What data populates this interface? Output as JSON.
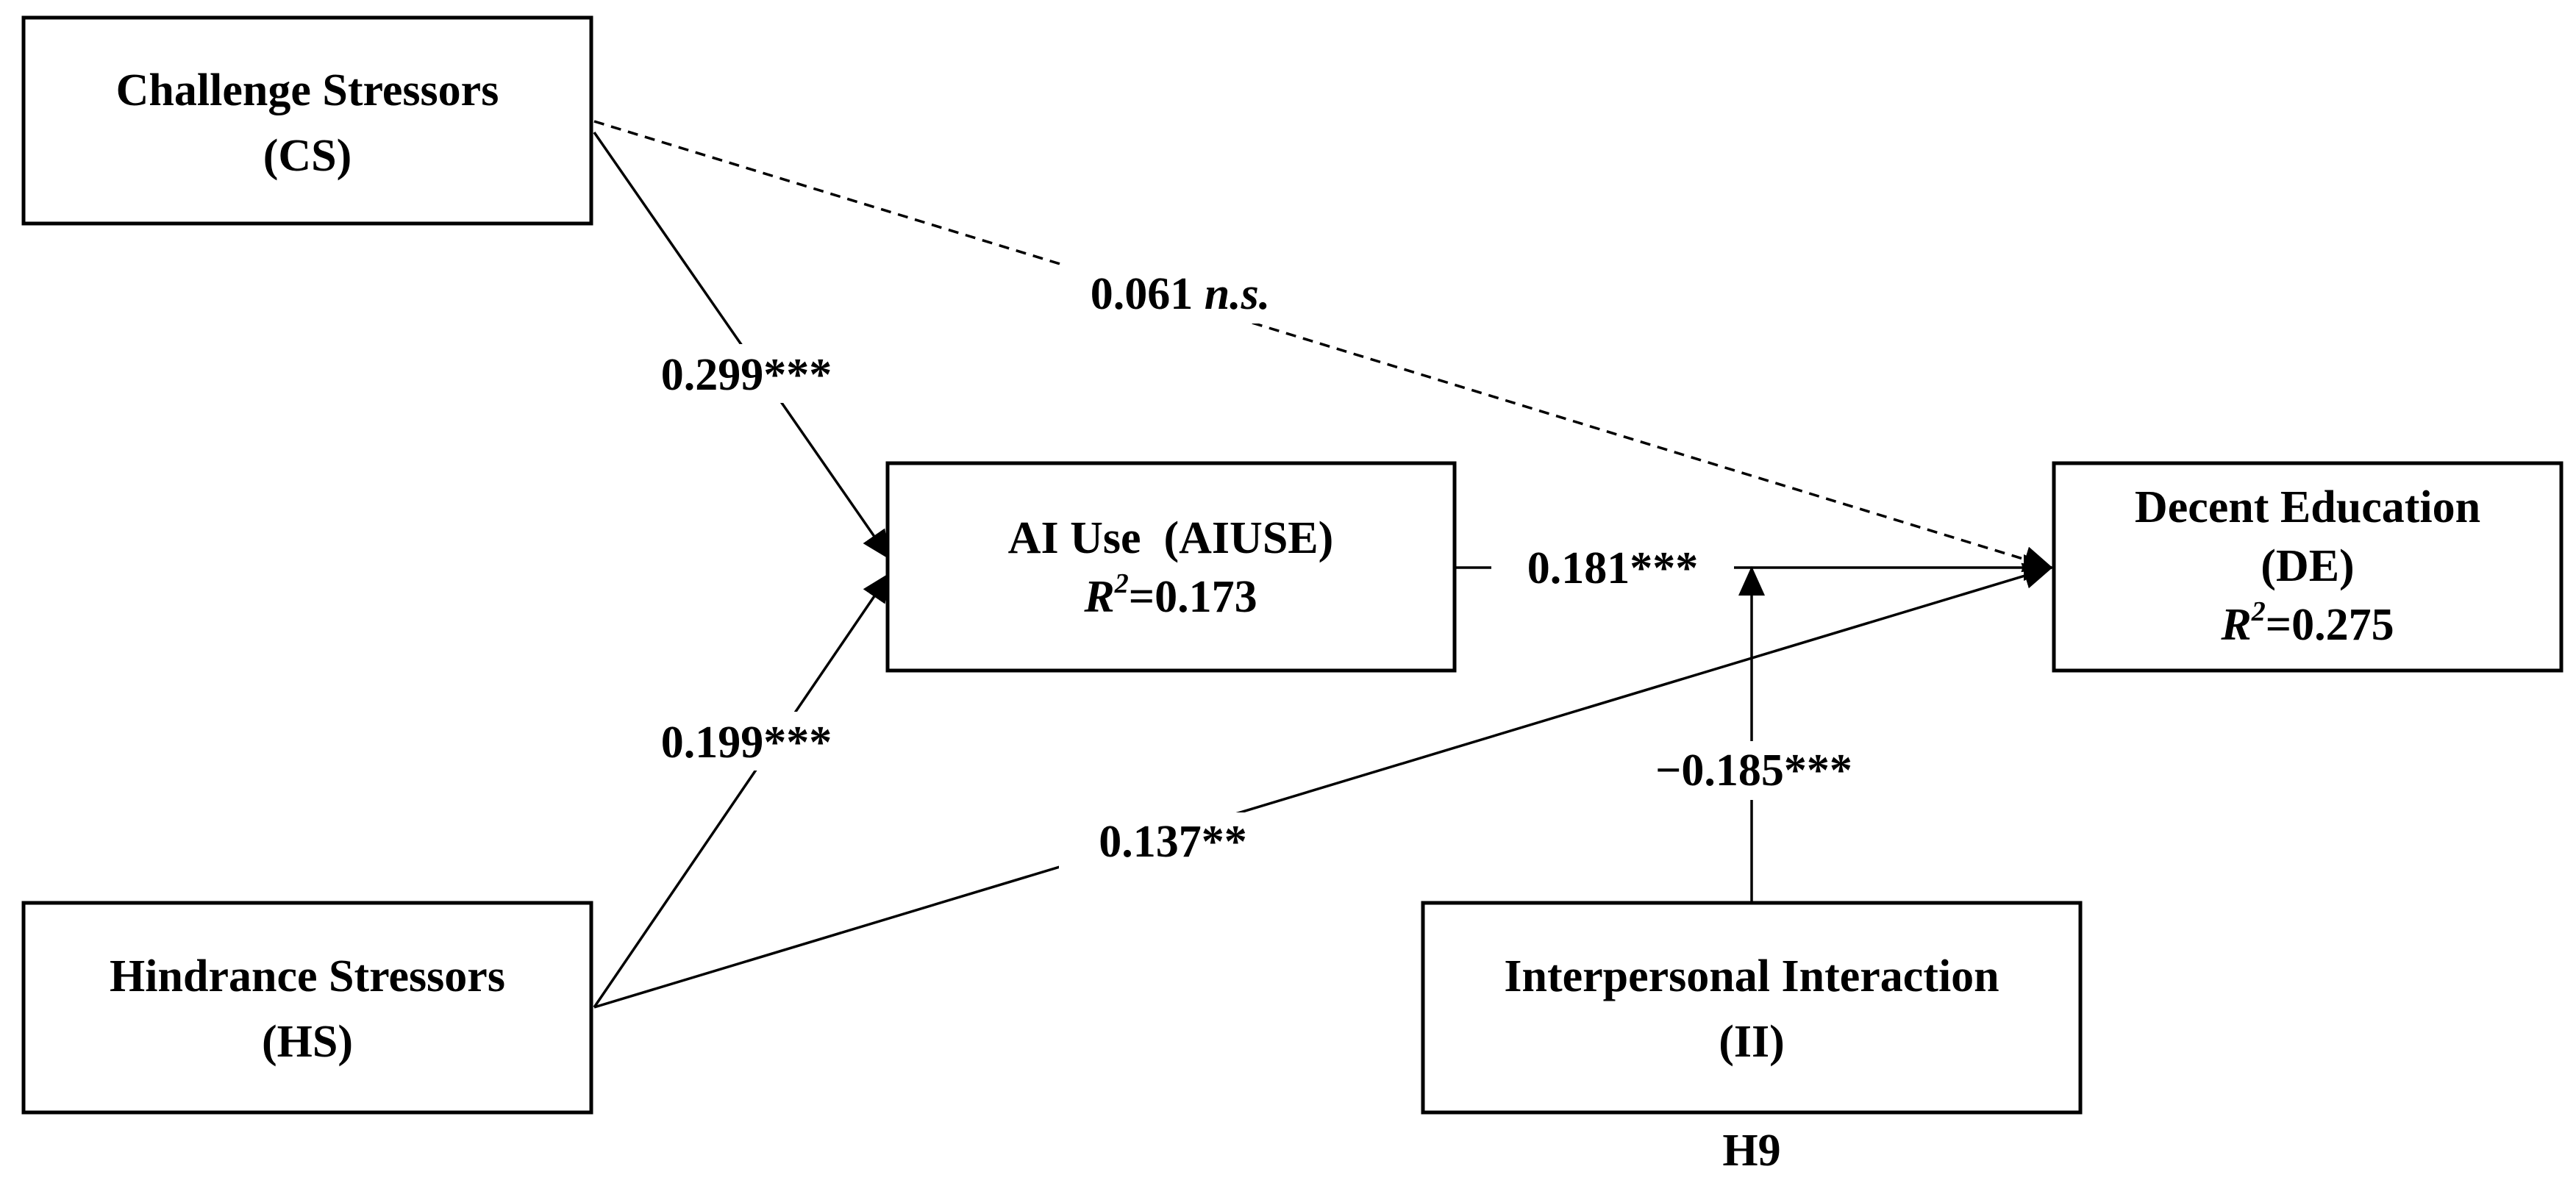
{
  "nodes": {
    "cs": {
      "line1": "Challenge Stressors",
      "line2": "(CS)"
    },
    "hs": {
      "line1": "Hindrance Stressors",
      "line2": "(HS)"
    },
    "aiuse": {
      "line1": "AI Use  (AIUSE)",
      "r2_symbol": "R",
      "r2_sup": "2",
      "r2_value": "=0.173"
    },
    "de": {
      "line1": "Decent Education",
      "line2": "(DE)",
      "r2_symbol": "R",
      "r2_sup": "2",
      "r2_value": "=0.275"
    },
    "ii": {
      "line1": "Interpersonal Interaction",
      "line2": "(II)"
    }
  },
  "edges": {
    "cs_aiuse": "0.299***",
    "hs_aiuse": "0.199***",
    "cs_de_value": "0.061 ",
    "cs_de_ns": "n.s.",
    "aiuse_de": "0.181***",
    "hs_de": "0.137**",
    "ii_moderation": "−0.185***"
  },
  "hypothesis_label": "H9"
}
